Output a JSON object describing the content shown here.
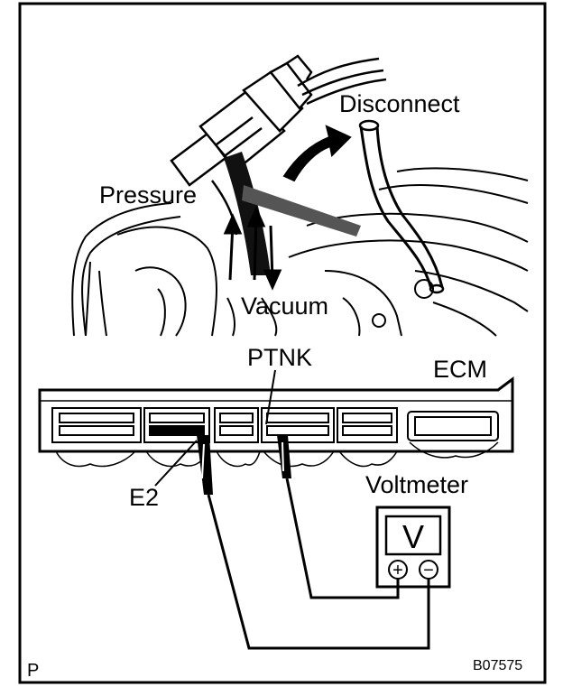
{
  "labels": {
    "disconnect": "Disconnect",
    "pressure": "Pressure",
    "vacuum": "Vacuum",
    "ptnk": "PTNK",
    "ecm": "ECM",
    "e2": "E2",
    "voltmeter": "Voltmeter",
    "meter_symbol": "V",
    "corner_code": "P",
    "figure_id": "B07575"
  },
  "terminals": {
    "positive": "+",
    "negative": "−"
  }
}
